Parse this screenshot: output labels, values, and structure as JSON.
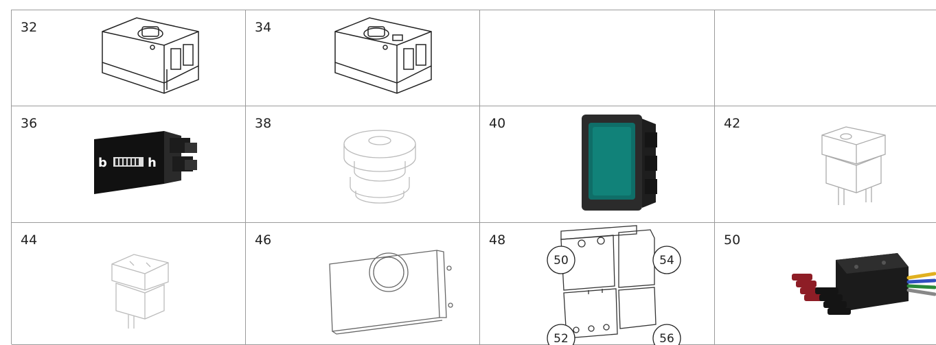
{
  "parts": [
    {
      "number": "32",
      "icon": "relay-module-icon"
    },
    {
      "number": "34",
      "icon": "relay-module-icon"
    },
    {
      "number": "",
      "icon": ""
    },
    {
      "number": "",
      "icon": ""
    },
    {
      "number": "36",
      "icon": "hour-meter-icon"
    },
    {
      "number": "38",
      "icon": "cable-grommet-icon"
    },
    {
      "number": "40",
      "icon": "indicator-lamp-icon"
    },
    {
      "number": "42",
      "icon": "rocker-switch-icon"
    },
    {
      "number": "44",
      "icon": "rocker-switch-double-icon"
    },
    {
      "number": "46",
      "icon": "mounting-plate-icon"
    },
    {
      "number": "48",
      "icon": "terminal-block-assembly-icon"
    },
    {
      "number": "50",
      "icon": "connector-plug-icon"
    }
  ],
  "callouts": [
    "50",
    "54",
    "52",
    "56"
  ]
}
